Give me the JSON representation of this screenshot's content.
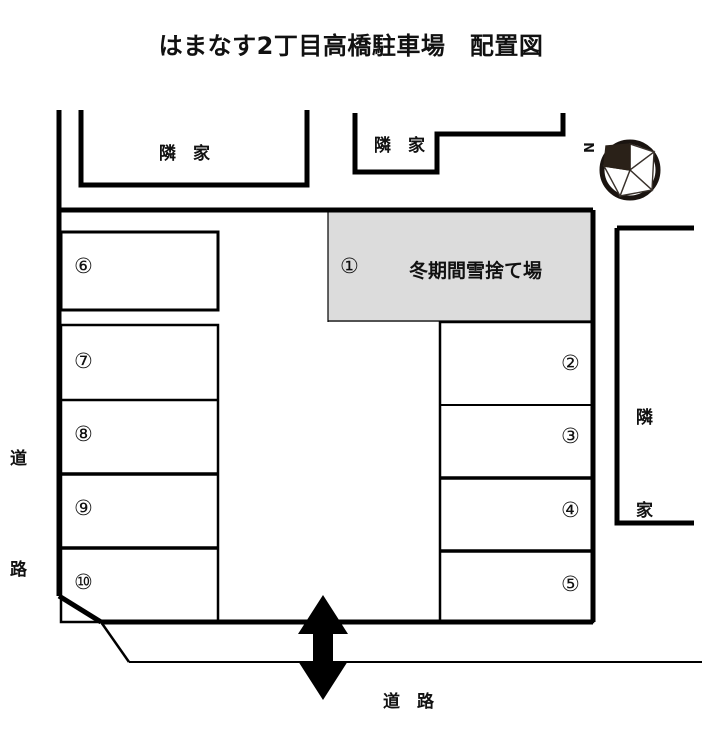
{
  "page": {
    "title": "はまなす2丁目高橋駐車場　配置図",
    "background_color": "#ffffff",
    "line_color": "#000000",
    "snow_area_fill": "#dcdcdc"
  },
  "compass": {
    "label": "N",
    "icon": "compass-rose-icon"
  },
  "neighbors": [
    {
      "id": "top-left",
      "label": "隣　家",
      "orientation": "horizontal"
    },
    {
      "id": "top-right",
      "label": "隣　家",
      "orientation": "horizontal"
    },
    {
      "id": "right",
      "label": "隣\n家",
      "orientation": "vertical",
      "line1": "隣",
      "line2": "家"
    }
  ],
  "roads": [
    {
      "id": "west",
      "label": "道\n路",
      "orientation": "vertical",
      "line1": "道",
      "line2": "路"
    },
    {
      "id": "south",
      "label": "道　路",
      "orientation": "horizontal"
    }
  ],
  "snow_area": {
    "number": "①",
    "label": "冬期間雪捨て場",
    "fill": "#dcdcdc"
  },
  "entrance": {
    "icon": "double-arrow-vertical-icon",
    "description": "出入口"
  },
  "stalls": [
    {
      "number": "②",
      "column": "right",
      "row": 1
    },
    {
      "number": "③",
      "column": "right",
      "row": 2
    },
    {
      "number": "④",
      "column": "right",
      "row": 3
    },
    {
      "number": "⑤",
      "column": "right",
      "row": 4
    },
    {
      "number": "⑥",
      "column": "left",
      "row": 1
    },
    {
      "number": "⑦",
      "column": "left",
      "row": 2
    },
    {
      "number": "⑧",
      "column": "left",
      "row": 3
    },
    {
      "number": "⑨",
      "column": "left",
      "row": 4
    },
    {
      "number": "⑩",
      "column": "left",
      "row": 5
    }
  ]
}
